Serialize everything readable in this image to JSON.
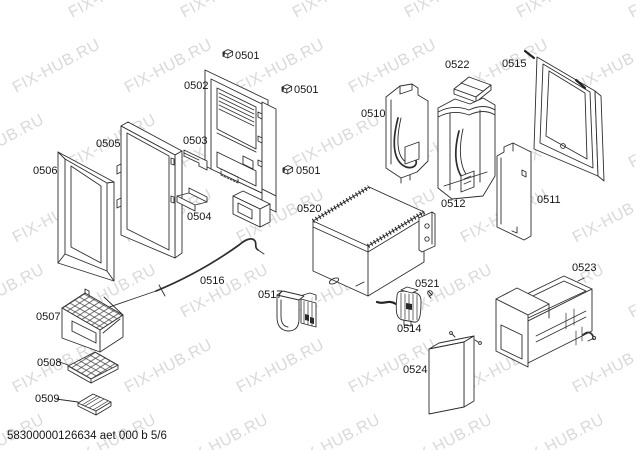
{
  "watermark": {
    "text": "FIX-HUB.RU",
    "color": "#d9d9d9"
  },
  "footer": {
    "code": "58300000126634 aet 000 b 5/6"
  },
  "diagram": {
    "colors": {
      "line": "#2e2e2e",
      "label": "#161616",
      "background": "#ffffff"
    },
    "labels": {
      "p0501": "0501",
      "p0502": "0502",
      "p0503": "0503",
      "p0504": "0504",
      "p0505": "0505",
      "p0506": "0506",
      "p0507": "0507",
      "p0508": "0508",
      "p0509": "0509",
      "p0510": "0510",
      "p0511": "0511",
      "p0512": "0512",
      "p0514": "0514",
      "p0515": "0515",
      "p0516": "0516",
      "p0517": "0517",
      "p0520": "0520",
      "p0521": "0521",
      "p0522": "0522",
      "p0523": "0523",
      "p0524": "0524"
    }
  }
}
